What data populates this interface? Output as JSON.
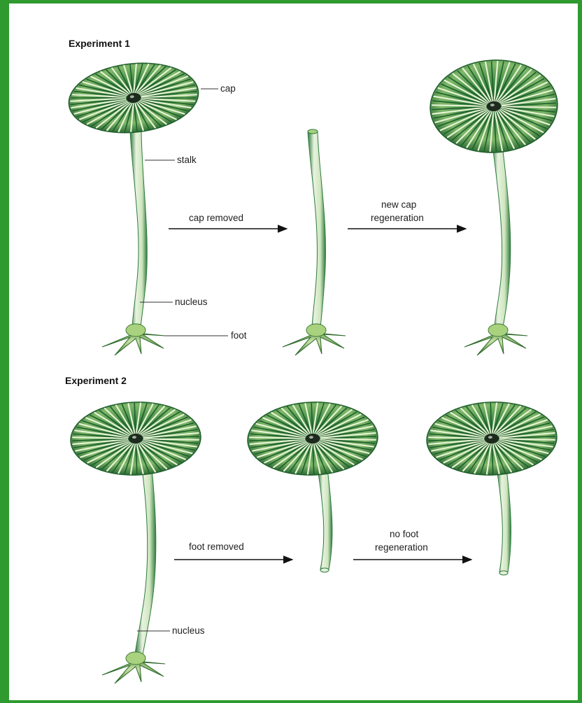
{
  "experiment1": {
    "title": "Experiment 1",
    "labels": {
      "cap": "cap",
      "stalk": "stalk",
      "nucleus": "nucleus",
      "foot": "foot"
    },
    "arrow1": "cap removed",
    "arrow2_line1": "new cap",
    "arrow2_line2": "regeneration"
  },
  "experiment2": {
    "title": "Experiment 2",
    "labels": {
      "nucleus": "nucleus"
    },
    "arrow1": "foot removed",
    "arrow2_line1": "no foot",
    "arrow2_line2": "regeneration"
  },
  "colors": {
    "frame": "#2f9a2f",
    "cap_dark": "#1f5e2c",
    "cap_light": "#c9e3a6",
    "stalk": "#e3f0d9",
    "stalk_edge": "#2f7a3e",
    "foot": "#5e9b3c"
  }
}
